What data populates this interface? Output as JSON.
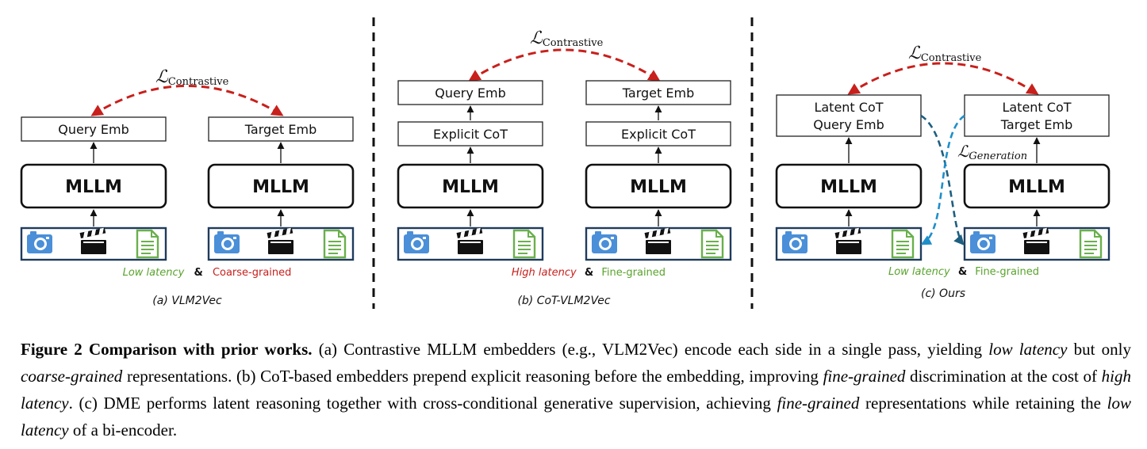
{
  "panels": {
    "a": {
      "loss": "Contrastive",
      "query_emb": "Query Emb",
      "target_emb": "Target Emb",
      "model": "MLLM",
      "tag_left": "Low latency",
      "tag_amp": "&",
      "tag_right": "Coarse-grained",
      "caption": "(a) VLM2Vec"
    },
    "b": {
      "loss": "Contrastive",
      "query_emb": "Query Emb",
      "target_emb": "Target Emb",
      "cot": "Explicit CoT",
      "model": "MLLM",
      "tag_left": "High latency",
      "tag_amp": "&",
      "tag_right": "Fine-grained",
      "caption": "(b) CoT-VLM2Vec"
    },
    "c": {
      "loss": "Contrastive",
      "gen_loss": "Generation",
      "query_line1": "Latent CoT",
      "query_line2": "Query Emb",
      "target_line1": "Latent CoT",
      "target_line2": "Target Emb",
      "model": "MLLM",
      "tag_left": "Low latency",
      "tag_amp": "&",
      "tag_right": "Fine-grained",
      "caption": "(c) Ours"
    }
  },
  "colors": {
    "contrastive_arrow": "#c8201c",
    "generation_arrow": "#1f8fc9",
    "green_tag": "#5aa32d",
    "red_tag": "#c8201c",
    "camera_icon": "#4a8fd8",
    "document_icon": "#6ab04c"
  },
  "icons": [
    "camera-icon",
    "clapperboard-icon",
    "document-icon"
  ],
  "caption": {
    "label": "Figure 2  Comparison with prior works.",
    "s1": " (a) Contrastive MLLM embedders (e.g., VLM2Vec) encode each side in a single pass, yielding ",
    "e1": "low latency",
    "s2": " but only ",
    "e2": "coarse-grained",
    "s3": " representations. (b) CoT-based embedders prepend explicit reasoning before the embedding, improving ",
    "e3": "fine-grained",
    "s4": " discrimination at the cost of ",
    "e4": "high latency",
    "s5": ". (c) DME performs latent reasoning together with cross-conditional generative supervision, achieving ",
    "e5": "fine-grained",
    "s6": " representations while retaining the ",
    "e6": "low latency",
    "s7": " of a bi-encoder."
  }
}
